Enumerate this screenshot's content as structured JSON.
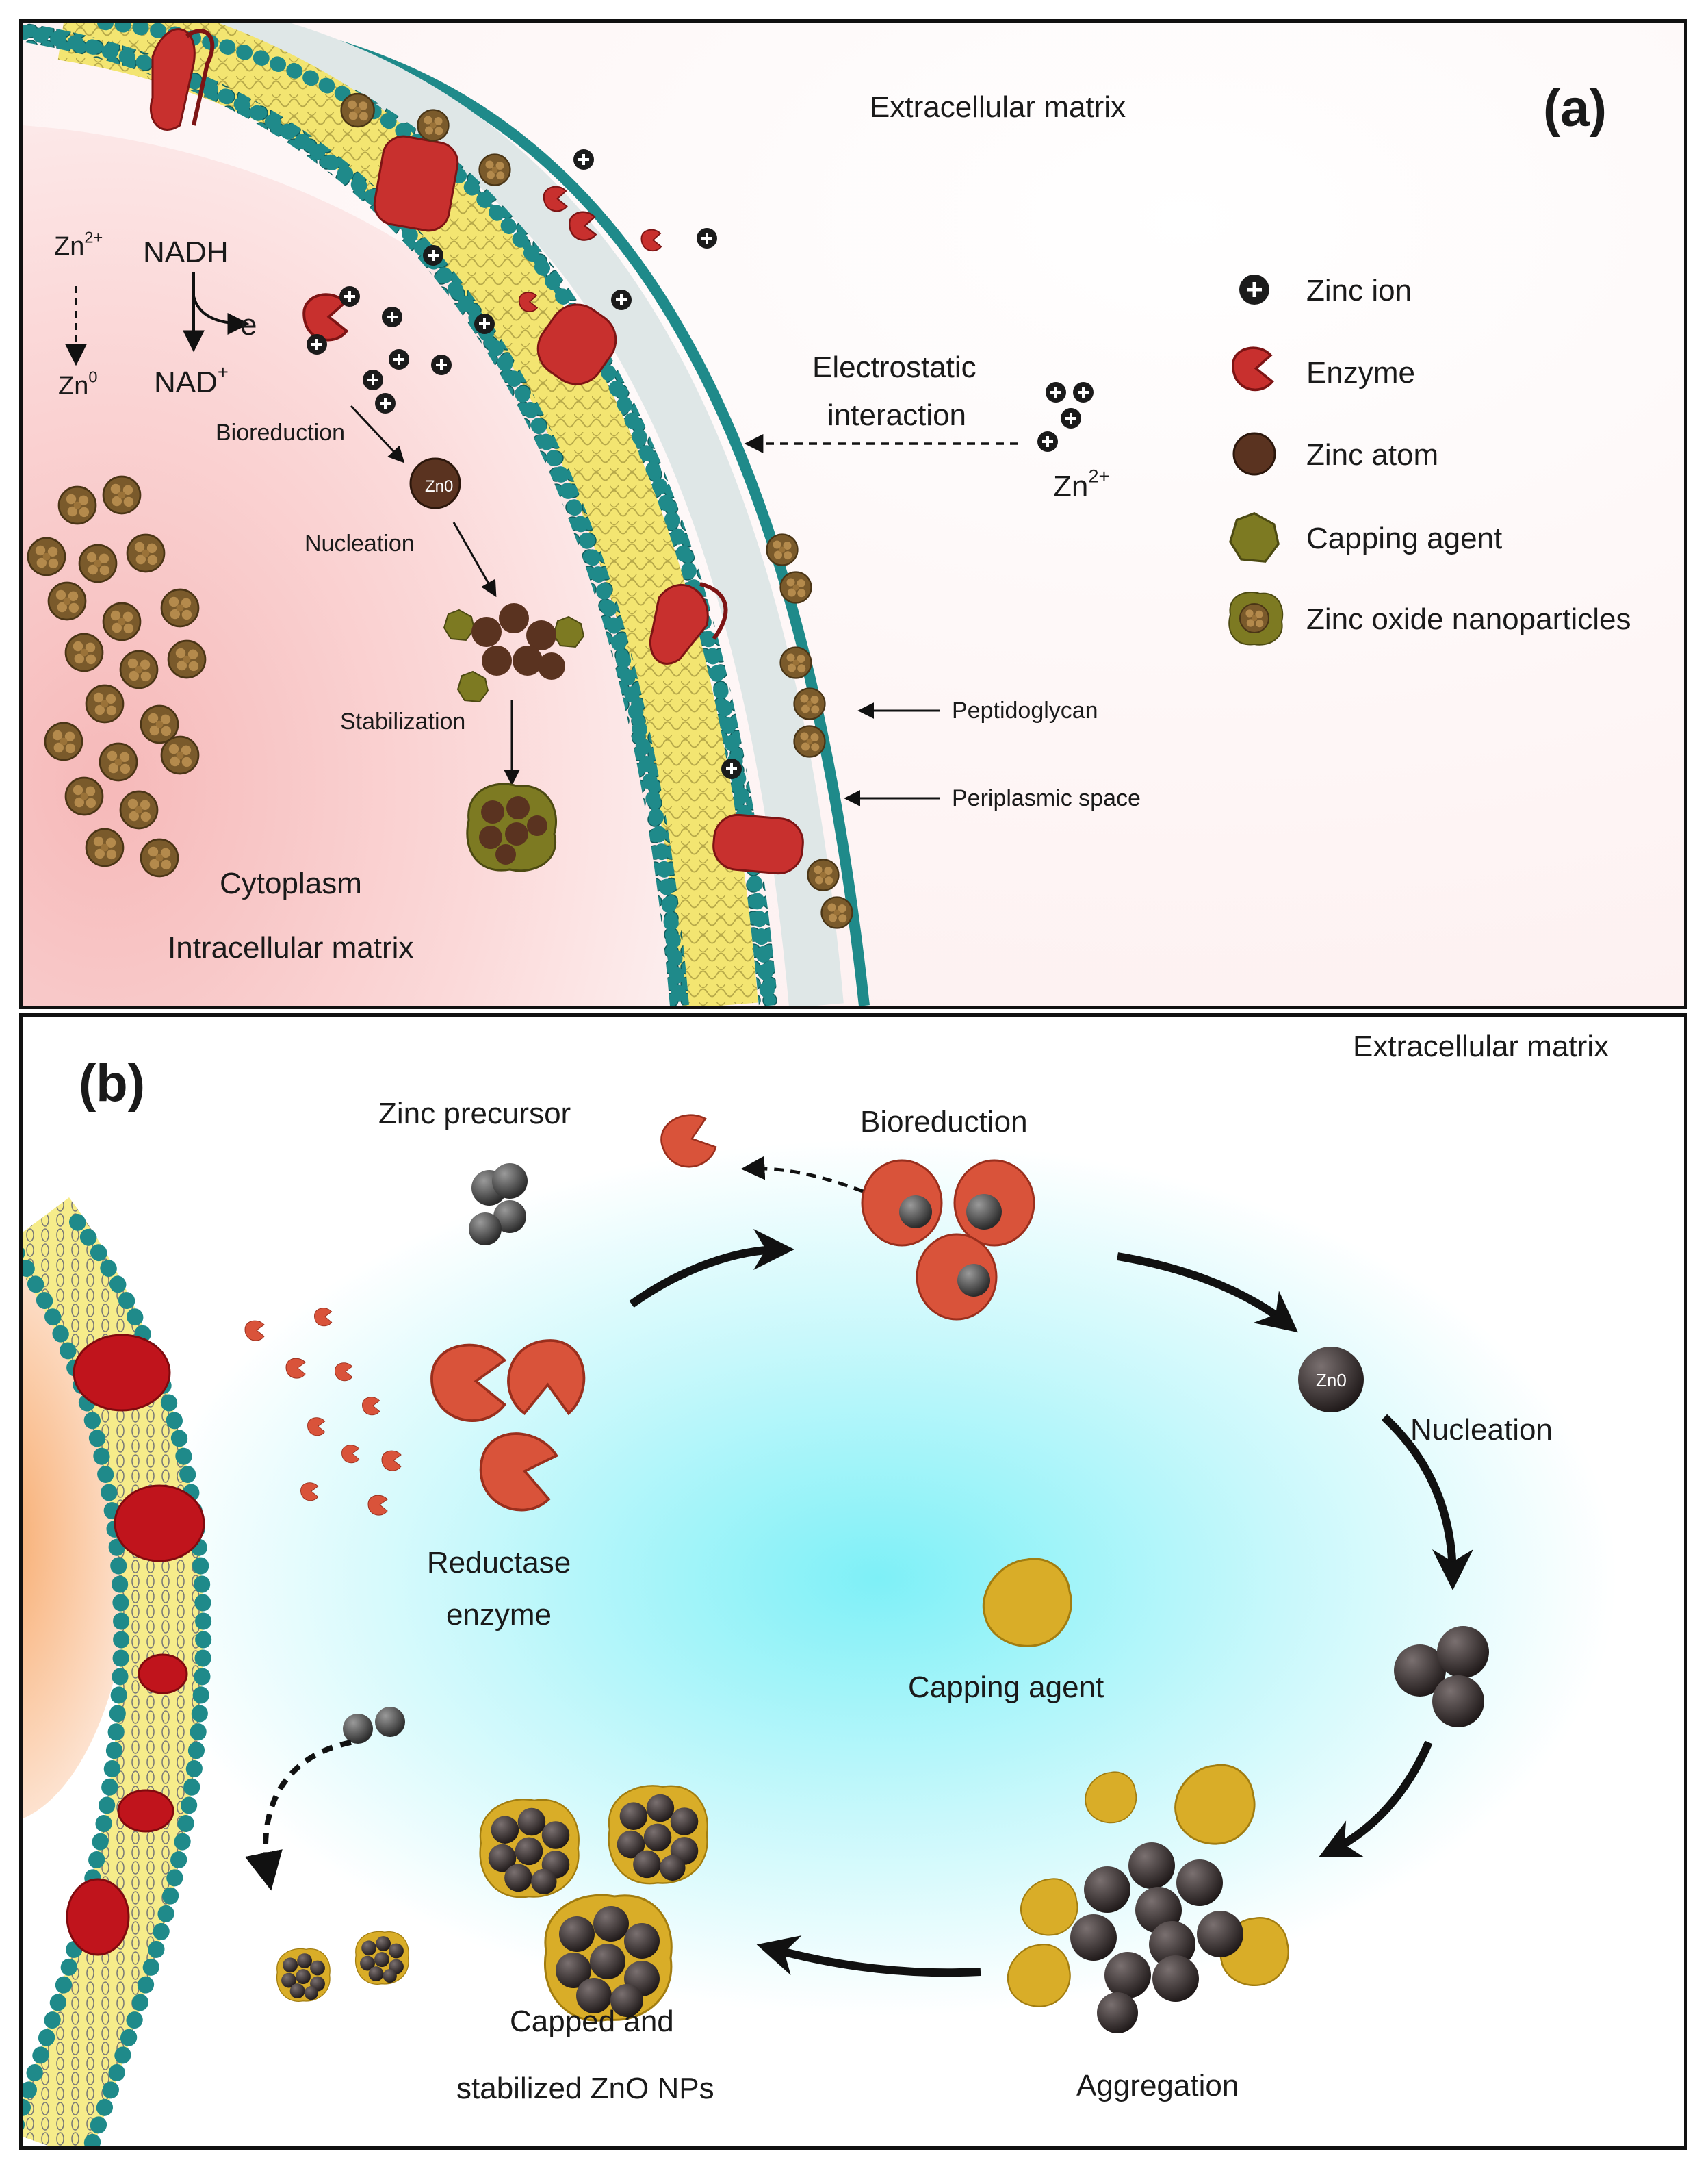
{
  "panel_a": {
    "tag": "(a)",
    "extracellular": "Extracellular matrix",
    "cytoplasm": "Cytoplasm",
    "intracellular": "Intracellular matrix",
    "zn2_base": "Zn",
    "zn2_sup": "2+",
    "zn0_base": "Zn",
    "zn0_sup": "0",
    "nadh": "NADH",
    "nad_base": "NAD",
    "nad_sup": "+",
    "electron": "e",
    "bioreduction": "Bioreduction",
    "nucleation": "Nucleation",
    "stabilization": "Stabilization",
    "electrostatic_1": "Electrostatic",
    "electrostatic_2": "interaction",
    "zn2_out_base": "Zn",
    "zn2_out_sup": "2+",
    "peptidoglycan": "Peptidoglycan",
    "periplasmic": "Periplasmic space",
    "particle_label": "Zn0",
    "legend": [
      {
        "icon": "zinc-ion-icon",
        "label": "Zinc ion"
      },
      {
        "icon": "enzyme-icon",
        "label": "Enzyme"
      },
      {
        "icon": "zinc-atom-icon",
        "label": "Zinc atom"
      },
      {
        "icon": "capping-agent-icon",
        "label": "Capping agent"
      },
      {
        "icon": "zinc-oxide-nanoparticle-icon",
        "label": "Zinc oxide nanoparticles"
      }
    ]
  },
  "panel_b": {
    "tag": "(b)",
    "extracellular": "Extracellular matrix",
    "zinc_precursor": "Zinc precursor",
    "bioreduction": "Bioreduction",
    "nucleation": "Nucleation",
    "reductase_1": "Reductase",
    "reductase_2": "enzyme",
    "capping_agent": "Capping agent",
    "aggregation": "Aggregation",
    "capped_1": "Capped and",
    "capped_2": "stabilized ZnO  NPs",
    "particle_label": "Zn0"
  },
  "colors": {
    "membrane_head": "#1f8a8a",
    "membrane_core": "#f2e36a",
    "enzyme_red": "#c8302e",
    "enzyme_orange": "#d9533a",
    "zinc_atom": "#5a3320",
    "capping_olive": "#7d7a22",
    "capping_gold": "#d9ad28",
    "cytoplasm_pink": "#f8cfcf",
    "extracellular_cyan": "#8ff1f7"
  }
}
